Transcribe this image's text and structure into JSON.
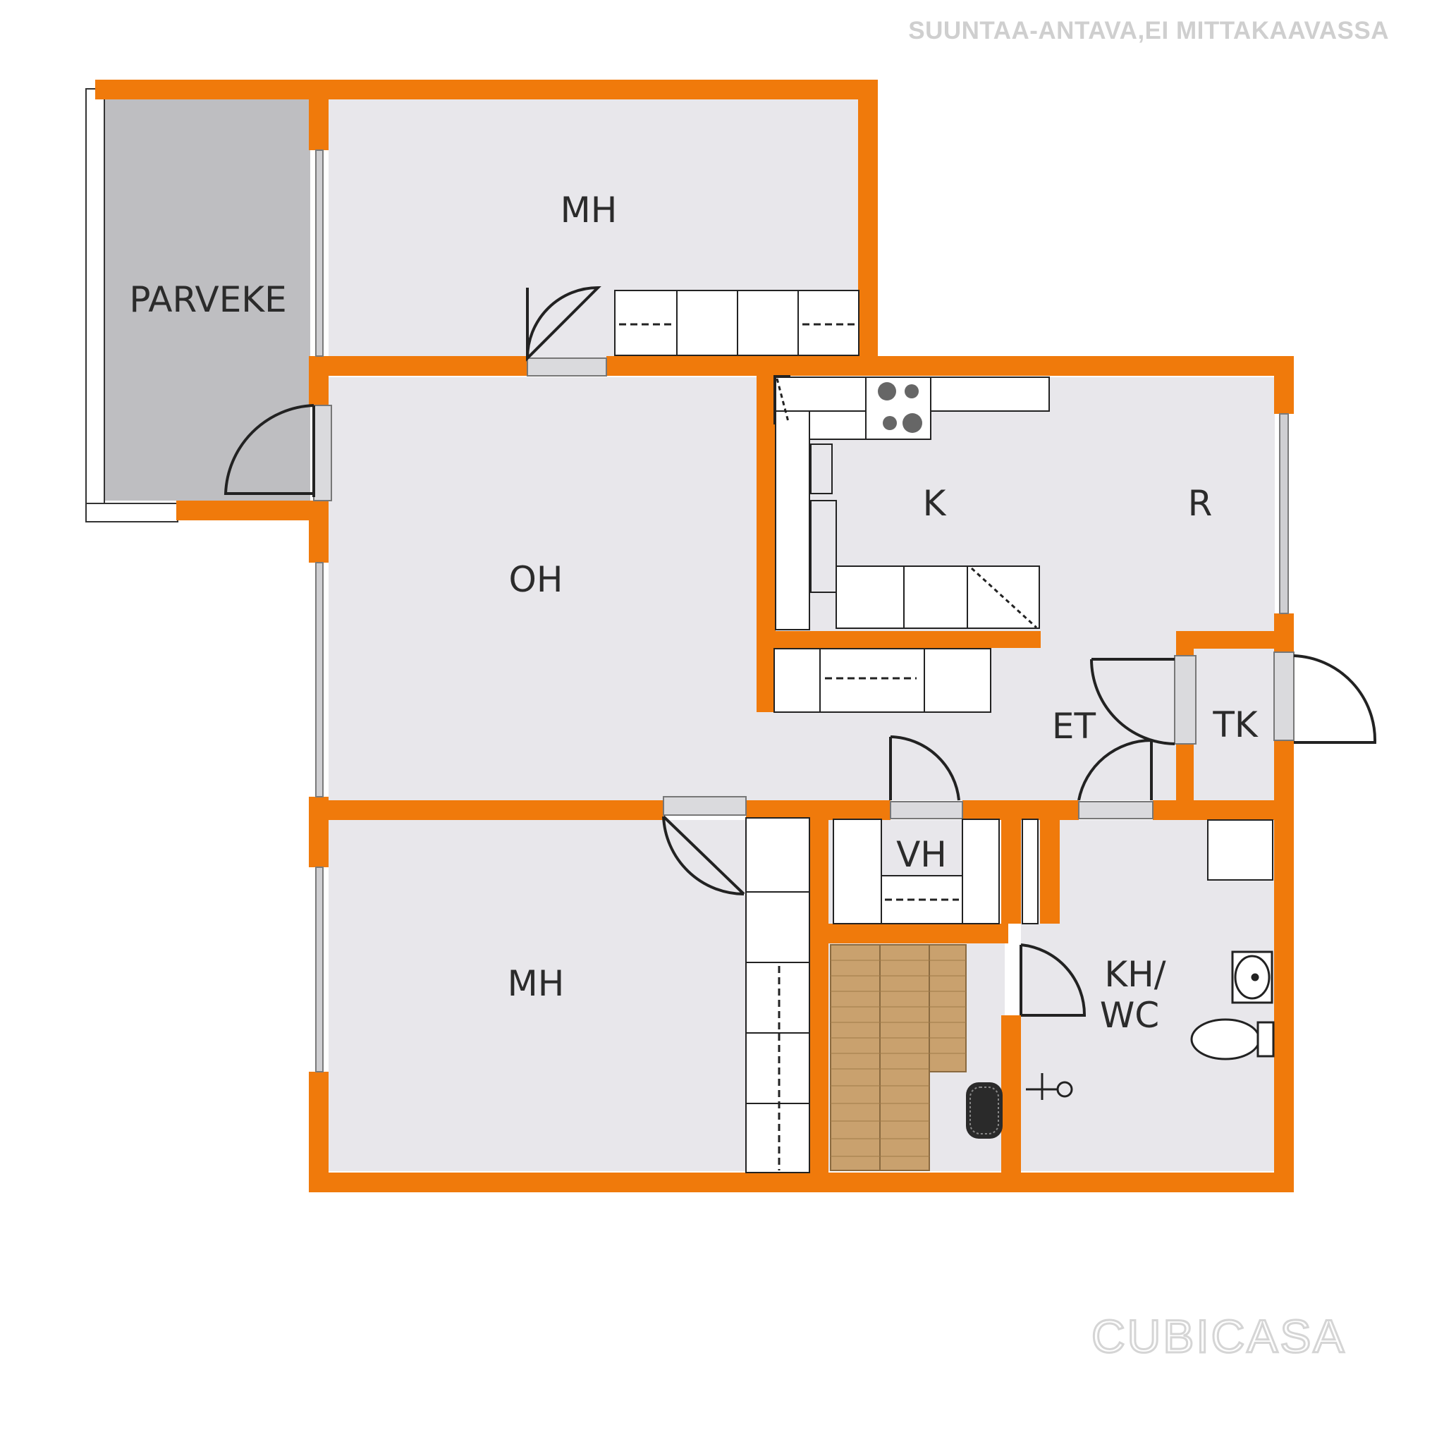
{
  "header": {
    "note": "SUUNTAA-ANTAVA,EI MITTAKAAVASSA"
  },
  "rooms": {
    "mh_top": "MH",
    "parveke": "PARVEKE",
    "oh": "OH",
    "k": "K",
    "r": "R",
    "et": "ET",
    "tk": "TK",
    "vh": "VH",
    "mh_bottom": "MH",
    "kh_line1": "KH/",
    "kh_line2": "WC"
  },
  "brand": {
    "logo_text": "CUBICASA"
  },
  "colors": {
    "wall": "#F07A0B",
    "room_fill": "#E8E7EB",
    "balcony_fill": "#BEBEC1",
    "fixture_fill": "#FFFFFF",
    "stair_fill": "#C9A16E",
    "logo": "#D5D5D5"
  }
}
